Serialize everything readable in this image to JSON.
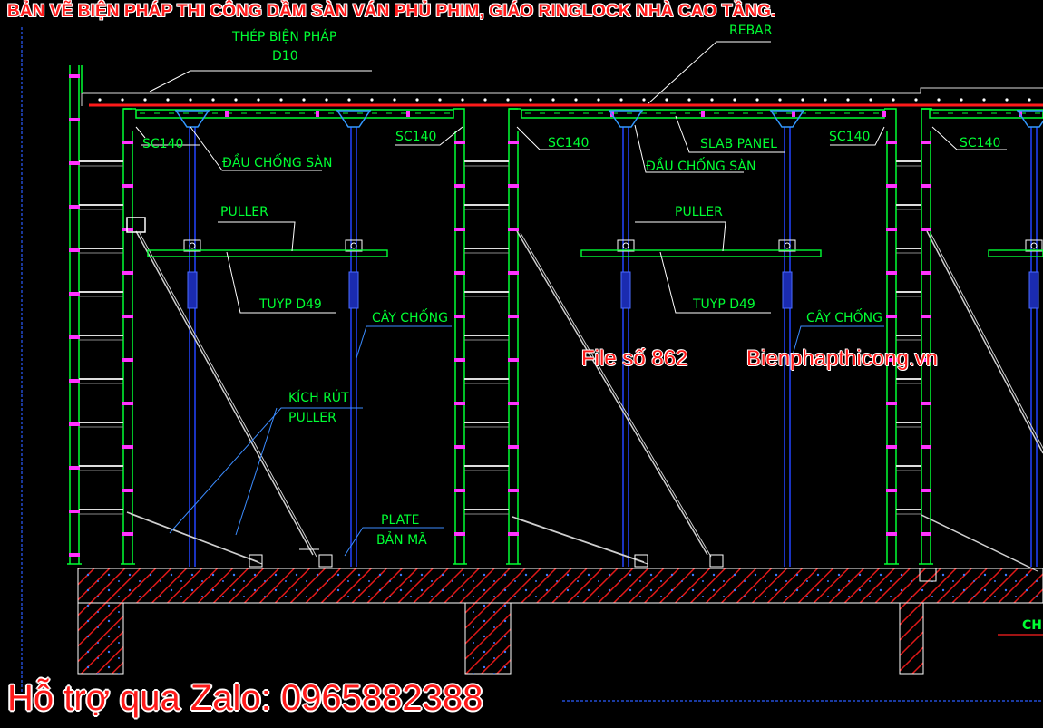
{
  "title": "BẢN VẼ BIỆN PHÁP THI CÔNG DẦM SÀN VÁN PHỦ PHIM, GIÁO RINGLOCK NHÀ CAO TẦNG.",
  "labels": {
    "thep_bien_phap_1": "THÉP BIỆN PHÁP",
    "thep_bien_phap_2": "D10",
    "rebar": "REBAR",
    "sc140": "SC140",
    "dau_chong_san": "ĐẦU CHỐNG SÀN",
    "slab_panel": "SLAB PANEL",
    "puller": "PULLER",
    "tuyp_d49": "TUYP D49",
    "cay_chong": "CÂY CHỐNG",
    "kich_rut": "KÍCH RÚT",
    "plate": "PLATE",
    "ban_ma": "BẢN MÃ",
    "chi": "CHI"
  },
  "watermark": {
    "file": "File số 862",
    "site": "Bienphapthicong.vn"
  },
  "support": "Hỗ trợ qua Zalo: 0965882388",
  "colors": {
    "background": "#000000",
    "slab_line": "#ff1a1a",
    "frame": "#00ff33",
    "prop": "#2244ff",
    "concrete_hatch": "#ff2020",
    "annotation": "#00ff33",
    "leader": "#ffffff"
  }
}
